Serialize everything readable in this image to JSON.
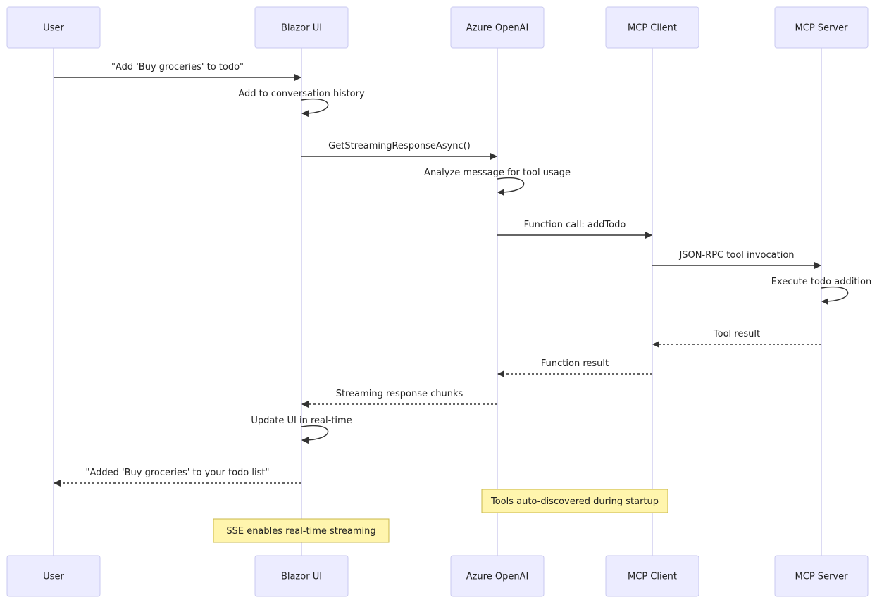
{
  "participants": [
    {
      "id": "user",
      "label": "User"
    },
    {
      "id": "blazor",
      "label": "Blazor UI"
    },
    {
      "id": "openai",
      "label": "Azure OpenAI"
    },
    {
      "id": "mcpclient",
      "label": "MCP Client"
    },
    {
      "id": "mcpserver",
      "label": "MCP Server"
    }
  ],
  "messages": [
    {
      "from": "user",
      "to": "blazor",
      "text": "\"Add 'Buy groceries' to todo\"",
      "style": "solid"
    },
    {
      "from": "blazor",
      "to": "blazor",
      "text": "Add to conversation history",
      "style": "solid"
    },
    {
      "from": "blazor",
      "to": "openai",
      "text": "GetStreamingResponseAsync()",
      "style": "solid"
    },
    {
      "from": "openai",
      "to": "openai",
      "text": "Analyze message for tool usage",
      "style": "solid"
    },
    {
      "from": "openai",
      "to": "mcpclient",
      "text": "Function call: addTodo",
      "style": "solid"
    },
    {
      "from": "mcpclient",
      "to": "mcpserver",
      "text": "JSON-RPC tool invocation",
      "style": "solid"
    },
    {
      "from": "mcpserver",
      "to": "mcpserver",
      "text": "Execute todo addition",
      "style": "solid"
    },
    {
      "from": "mcpserver",
      "to": "mcpclient",
      "text": "Tool result",
      "style": "dashed"
    },
    {
      "from": "mcpclient",
      "to": "openai",
      "text": "Function result",
      "style": "dashed"
    },
    {
      "from": "openai",
      "to": "blazor",
      "text": "Streaming response chunks",
      "style": "dashed"
    },
    {
      "from": "blazor",
      "to": "blazor",
      "text": "Update UI in real-time",
      "style": "solid"
    },
    {
      "from": "blazor",
      "to": "user",
      "text": "\"Added 'Buy groceries' to your todo list\"",
      "style": "dashed"
    }
  ],
  "notes": [
    {
      "text": "Tools auto-discovered during startup",
      "over": [
        "openai",
        "mcpclient"
      ]
    },
    {
      "text": "SSE enables real-time streaming",
      "over": [
        "blazor"
      ]
    }
  ]
}
